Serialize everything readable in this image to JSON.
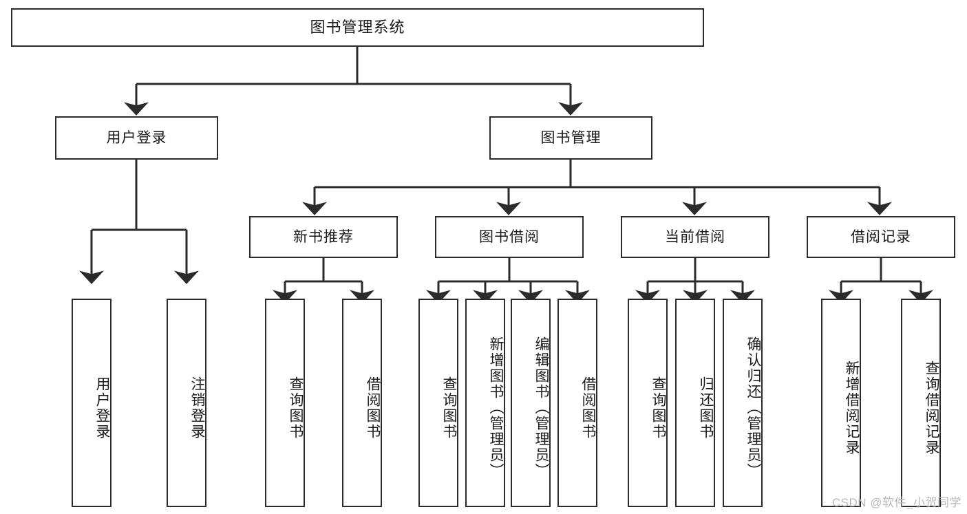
{
  "diagram": {
    "type": "tree",
    "title": "图书管理系统",
    "colors": {
      "node_border": "#2b2b2b",
      "node_fill": "#ffffff",
      "edge": "#2b2b2b",
      "text": "#1a1a1a",
      "watermark": "#b9b9b9",
      "background": "#ffffff"
    },
    "root": {
      "label": "图书管理系统"
    },
    "level2": [
      {
        "label": "用户登录"
      },
      {
        "label": "图书管理"
      }
    ],
    "level3": [
      {
        "label": "新书推荐"
      },
      {
        "label": "图书借阅"
      },
      {
        "label": "当前借阅"
      },
      {
        "label": "借阅记录"
      }
    ],
    "leaves": {
      "user_login": [
        {
          "label": "用户登录"
        },
        {
          "label": "注销登录"
        }
      ],
      "new_book_recommend": [
        {
          "label": "查询图书"
        },
        {
          "label": "借阅图书"
        }
      ],
      "book_borrow": [
        {
          "label": "查询图书"
        },
        {
          "label": "新增图书（管理员）"
        },
        {
          "label": "编辑图书（管理员）"
        },
        {
          "label": "借阅图书"
        }
      ],
      "current_borrow": [
        {
          "label": "查询图书"
        },
        {
          "label": "归还图书"
        },
        {
          "label": "确认归还（管理员）"
        }
      ],
      "borrow_record": [
        {
          "label": "新增借阅记录"
        },
        {
          "label": "查询借阅记录"
        }
      ]
    }
  },
  "watermark": {
    "text": "CSDN @软件_小贺同学"
  }
}
